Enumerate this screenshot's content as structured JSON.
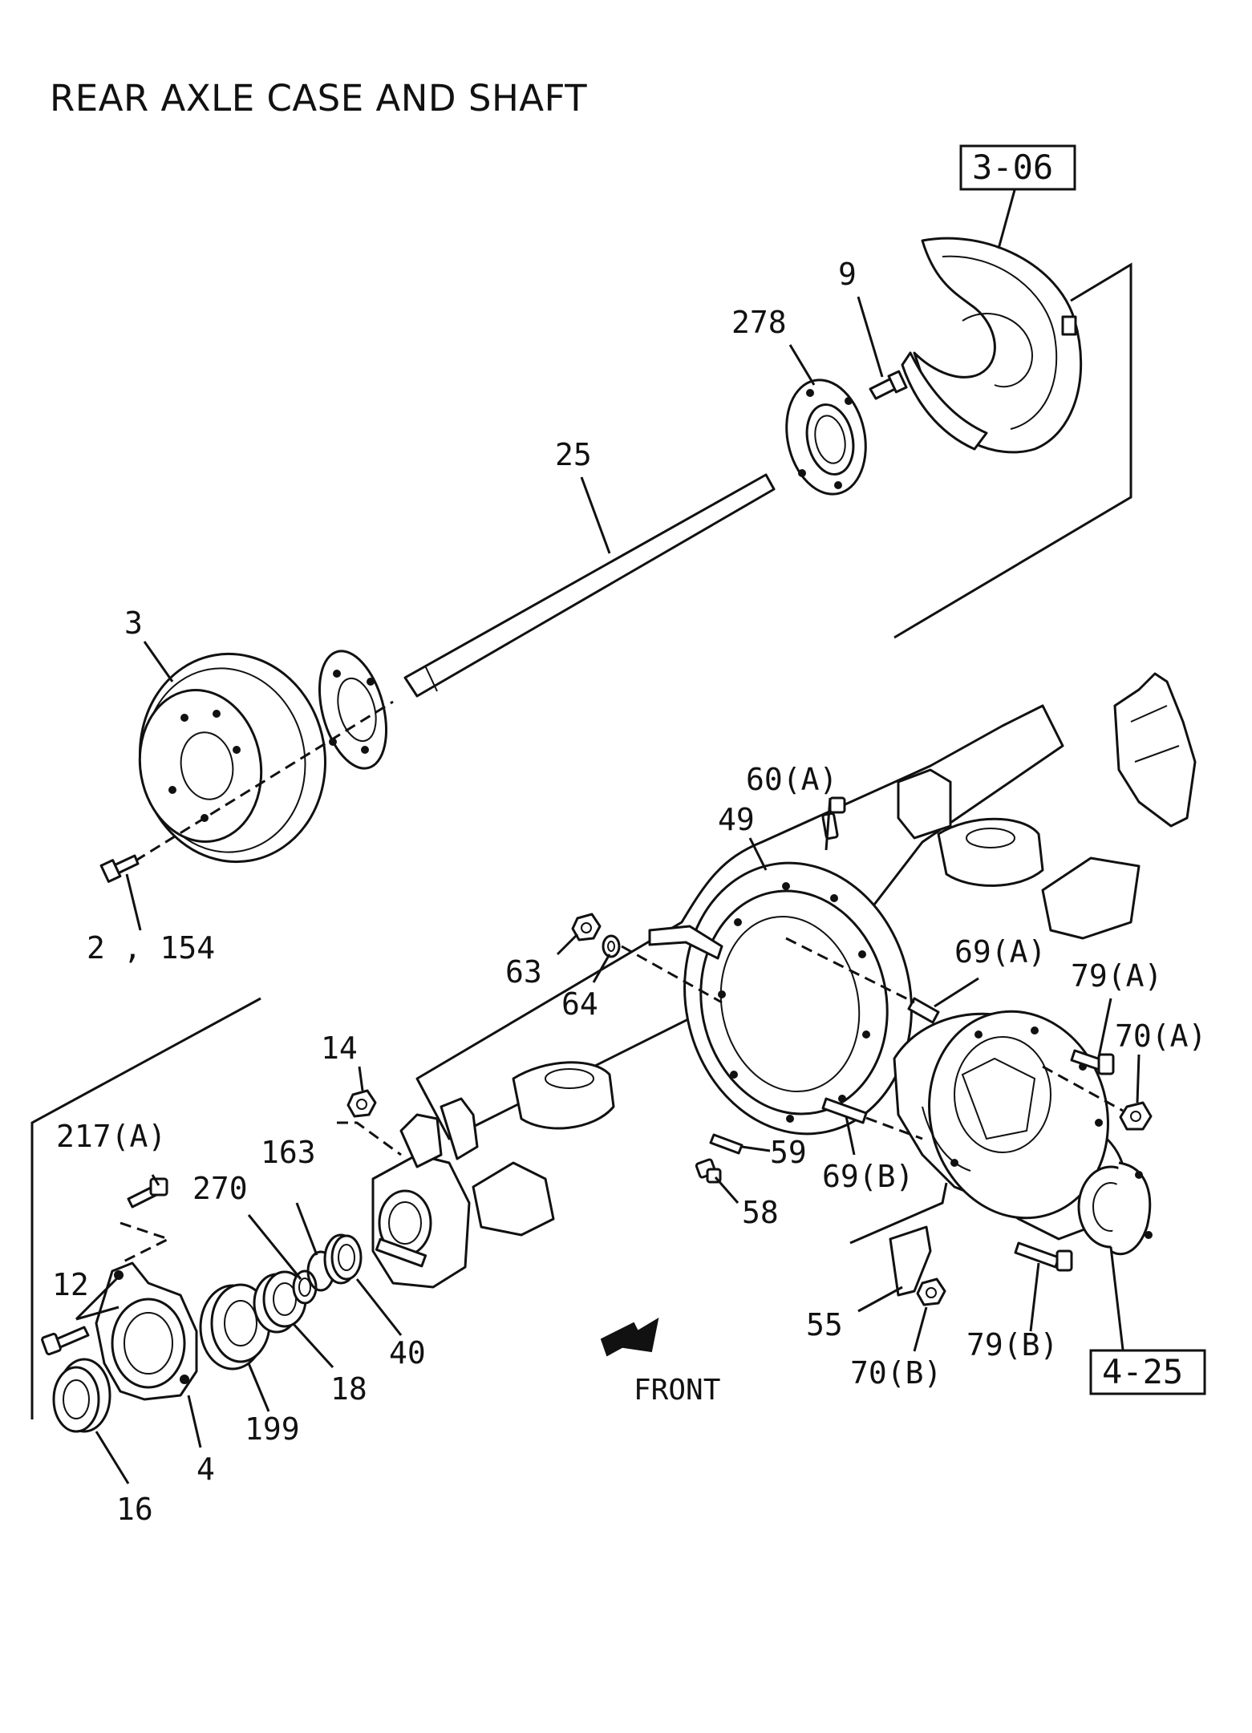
{
  "title": "REAR AXLE CASE AND SHAFT",
  "ref_boxes": {
    "brake": "3-06",
    "differential": "4-25"
  },
  "front_label": "FRONT",
  "part_labels": {
    "p9": "9",
    "p278": "278",
    "p25": "25",
    "p3": "3",
    "p2_154": "2 , 154",
    "p60a": "60(A)",
    "p49": "49",
    "p63": "63",
    "p64": "64",
    "p69a": "69(A)",
    "p79a": "79(A)",
    "p70a": "70(A)",
    "p14": "14",
    "p217a": "217(A)",
    "p163": "163",
    "p270": "270",
    "p59": "59",
    "p58": "58",
    "p69b": "69(B)",
    "p12": "12",
    "p40": "40",
    "p18": "18",
    "p199": "199",
    "p4": "4",
    "p16": "16",
    "p55": "55",
    "p70b": "70(B)",
    "p79b": "79(B)"
  }
}
